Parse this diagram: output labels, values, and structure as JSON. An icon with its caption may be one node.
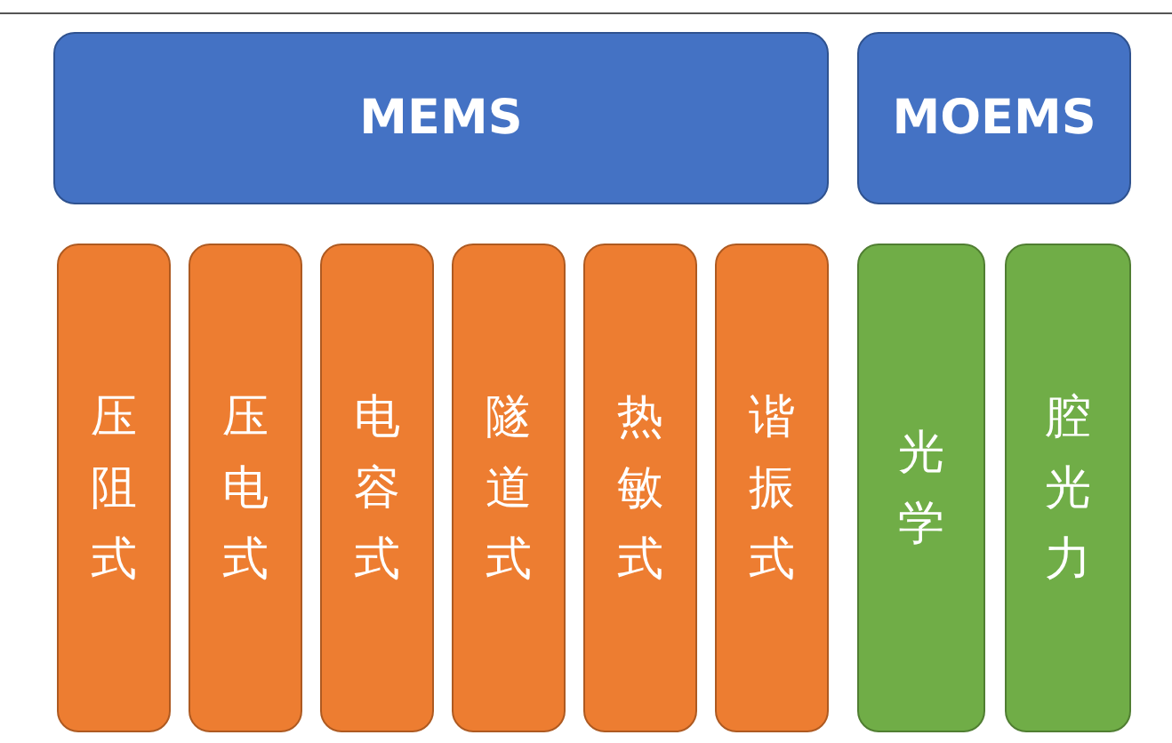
{
  "diagram": {
    "nodes": [
      {
        "text": [
          "MEMS"
        ]
      },
      {
        "text": [
          "MOEMS"
        ]
      },
      {
        "text": [
          "压阻式"
        ]
      },
      {
        "text": [
          "压电式"
        ]
      },
      {
        "text": [
          "电容式"
        ]
      },
      {
        "text": [
          "隧道式"
        ]
      },
      {
        "text": [
          "热敏式"
        ]
      },
      {
        "text": [
          "谐振式"
        ]
      },
      {
        "text": [
          "光学"
        ]
      },
      {
        "text": [
          "腔光力"
        ]
      }
    ]
  }
}
